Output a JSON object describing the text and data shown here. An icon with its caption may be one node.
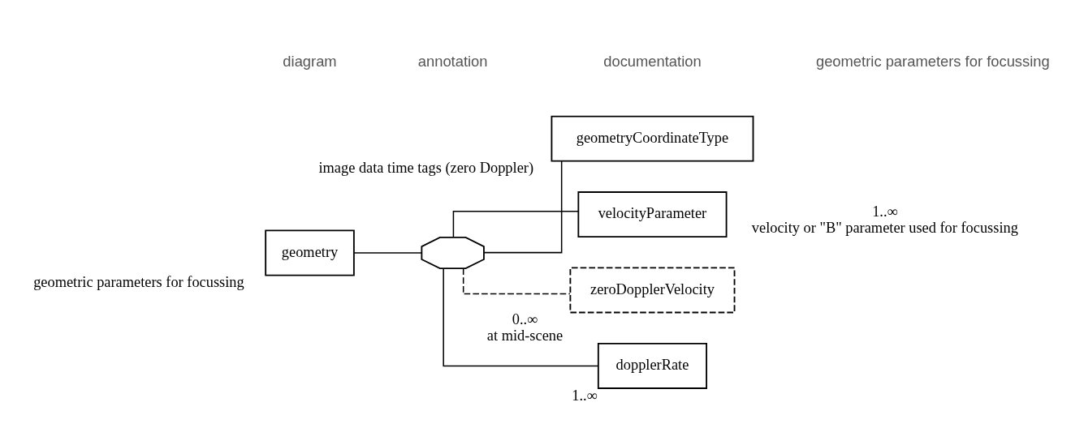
{
  "diagram": {
    "nodes": [
      {
        "text": [
          "geometry"
        ],
        "beside": [
          "geometric parameters for focussing"
        ]
      },
      {
        "text": [],
        "shape": "octagon"
      },
      {
        "text": [
          "geometryCoordinateType"
        ],
        "beside": [
          "image data time tags (zero Doppler)"
        ]
      },
      {
        "text": [
          "velocityParameter"
        ],
        "beside": [
          "1..∞",
          "velocity or \"B\" parameter used for focussing"
        ]
      },
      {
        "text": [
          "zeroDopplerVelocity"
        ],
        "beside": [
          "0..∞",
          "at mid-scene"
        ]
      },
      {
        "text": [
          "dopplerRate"
        ],
        "beside": [
          "1..∞"
        ]
      }
    ],
    "edges": [
      {
        "from": 0,
        "to": 1,
        "arrow": "none"
      },
      {
        "from": 1,
        "to": 2,
        "arrow": "none"
      },
      {
        "from": 1,
        "to": 3,
        "arrow": "none"
      },
      {
        "from": 1,
        "to": 4,
        "arrow": "none",
        "style": "dashed"
      },
      {
        "from": 1,
        "to": 5,
        "arrow": "none"
      }
    ],
    "labels": [
      "diagram",
      "annotation",
      "documentation",
      "geometric parameters for focussing"
    ]
  }
}
